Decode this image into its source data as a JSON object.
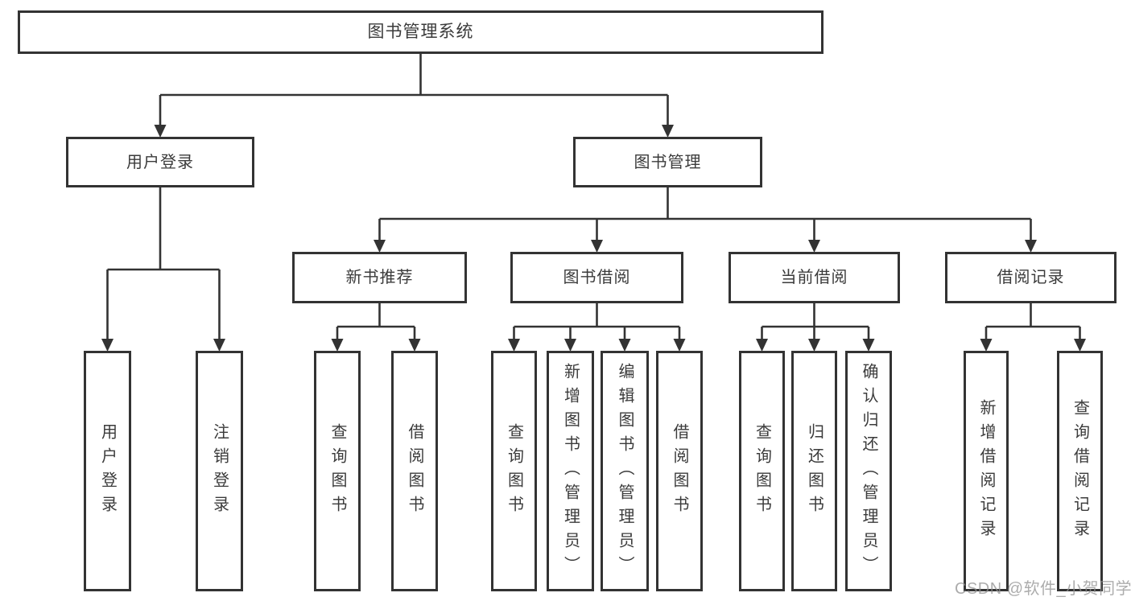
{
  "diagram": {
    "root": {
      "label": "图书管理系统"
    },
    "level2": [
      {
        "label": "用户登录"
      },
      {
        "label": "图书管理"
      }
    ],
    "level3": [
      {
        "label": "新书推荐"
      },
      {
        "label": "图书借阅"
      },
      {
        "label": "当前借阅"
      },
      {
        "label": "借阅记录"
      }
    ],
    "leaves": {
      "login": [
        {
          "label": "用户登录"
        },
        {
          "label": "注销登录"
        }
      ],
      "recommend": [
        {
          "label": "查询图书"
        },
        {
          "label": "借阅图书"
        }
      ],
      "borrow": [
        {
          "label": "查询图书"
        },
        {
          "label": "新增图书（管理员）"
        },
        {
          "label": "编辑图书（管理员）"
        },
        {
          "label": "借阅图书"
        }
      ],
      "current": [
        {
          "label": "查询图书"
        },
        {
          "label": "归还图书"
        },
        {
          "label": "确认归还（管理员）"
        }
      ],
      "records": [
        {
          "label": "新增借阅记录"
        },
        {
          "label": "查询借阅记录"
        }
      ]
    }
  },
  "watermark": {
    "text": "CSDN @软件_小贺同学"
  },
  "colors": {
    "line": "#333333",
    "text": "#3b3b3b",
    "watermark": "#919191",
    "background": "#ffffff"
  }
}
